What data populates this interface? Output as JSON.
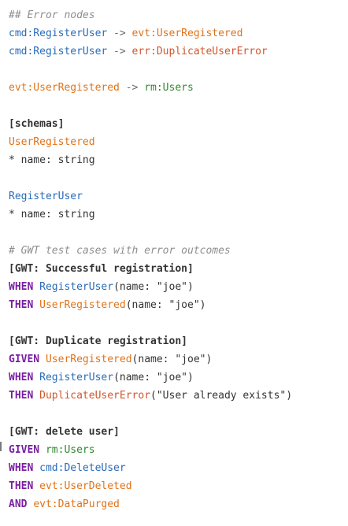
{
  "colors": {
    "comment": "#8e8e8e",
    "command": "#2a6bb8",
    "event": "#e0731a",
    "error": "#d0562e",
    "read_model": "#2f8a2f",
    "keyword": "#7a1fa3",
    "text": "#333333"
  },
  "lines": [
    [
      {
        "t": "## Error nodes",
        "k": "comment"
      }
    ],
    [
      {
        "t": "cmd:RegisterUser",
        "k": "cmd"
      },
      {
        "t": " -> ",
        "k": "arrow"
      },
      {
        "t": "evt:UserRegistered",
        "k": "evt"
      }
    ],
    [
      {
        "t": "cmd:RegisterUser",
        "k": "cmd"
      },
      {
        "t": " -> ",
        "k": "arrow"
      },
      {
        "t": "err:DuplicateUserError",
        "k": "err"
      }
    ],
    [],
    [
      {
        "t": "evt:UserRegistered",
        "k": "evt"
      },
      {
        "t": " -> ",
        "k": "arrow"
      },
      {
        "t": "rm:Users",
        "k": "rm"
      }
    ],
    [],
    [
      {
        "t": "[schemas]",
        "k": "header"
      }
    ],
    [
      {
        "t": "UserRegistered",
        "k": "evt"
      }
    ],
    [
      {
        "t": "* name: string",
        "k": "plain"
      }
    ],
    [],
    [
      {
        "t": "RegisterUser",
        "k": "cmd"
      }
    ],
    [
      {
        "t": "* name: string",
        "k": "plain"
      }
    ],
    [],
    [
      {
        "t": "# GWT test cases with error outcomes",
        "k": "comment"
      }
    ],
    [
      {
        "t": "[GWT: Successful registration]",
        "k": "header"
      }
    ],
    [
      {
        "t": "WHEN",
        "k": "kw"
      },
      {
        "t": " ",
        "k": "plain"
      },
      {
        "t": "RegisterUser",
        "k": "cmd"
      },
      {
        "t": "(name: ",
        "k": "plain"
      },
      {
        "t": "\"joe\"",
        "k": "string"
      },
      {
        "t": ")",
        "k": "plain"
      }
    ],
    [
      {
        "t": "THEN",
        "k": "kw"
      },
      {
        "t": " ",
        "k": "plain"
      },
      {
        "t": "UserRegistered",
        "k": "evt"
      },
      {
        "t": "(name: ",
        "k": "plain"
      },
      {
        "t": "\"joe\"",
        "k": "string"
      },
      {
        "t": ")",
        "k": "plain"
      }
    ],
    [],
    [
      {
        "t": "[GWT: Duplicate registration]",
        "k": "header"
      }
    ],
    [
      {
        "t": "GIVEN",
        "k": "kw"
      },
      {
        "t": " ",
        "k": "plain"
      },
      {
        "t": "UserRegistered",
        "k": "evt"
      },
      {
        "t": "(name: ",
        "k": "plain"
      },
      {
        "t": "\"joe\"",
        "k": "string"
      },
      {
        "t": ")",
        "k": "plain"
      }
    ],
    [
      {
        "t": "WHEN",
        "k": "kw"
      },
      {
        "t": " ",
        "k": "plain"
      },
      {
        "t": "RegisterUser",
        "k": "cmd"
      },
      {
        "t": "(name: ",
        "k": "plain"
      },
      {
        "t": "\"joe\"",
        "k": "string"
      },
      {
        "t": ")",
        "k": "plain"
      }
    ],
    [
      {
        "t": "THEN",
        "k": "kw"
      },
      {
        "t": " ",
        "k": "plain"
      },
      {
        "t": "DuplicateUserError",
        "k": "err"
      },
      {
        "t": "(\"User already exists\")",
        "k": "plain"
      }
    ],
    [],
    [
      {
        "t": "[GWT: delete user]",
        "k": "header"
      }
    ],
    [
      {
        "t": "GIVEN",
        "k": "kw"
      },
      {
        "t": " ",
        "k": "plain"
      },
      {
        "t": "rm:Users",
        "k": "rm"
      }
    ],
    [
      {
        "t": "WHEN",
        "k": "kw"
      },
      {
        "t": " ",
        "k": "plain"
      },
      {
        "t": "cmd:DeleteUser",
        "k": "cmd"
      }
    ],
    [
      {
        "t": "THEN",
        "k": "kw"
      },
      {
        "t": " ",
        "k": "plain"
      },
      {
        "t": "evt:UserDeleted",
        "k": "evt"
      }
    ],
    [
      {
        "t": "AND",
        "k": "kw"
      },
      {
        "t": " ",
        "k": "plain"
      },
      {
        "t": "evt:DataPurged",
        "k": "evt"
      }
    ]
  ]
}
